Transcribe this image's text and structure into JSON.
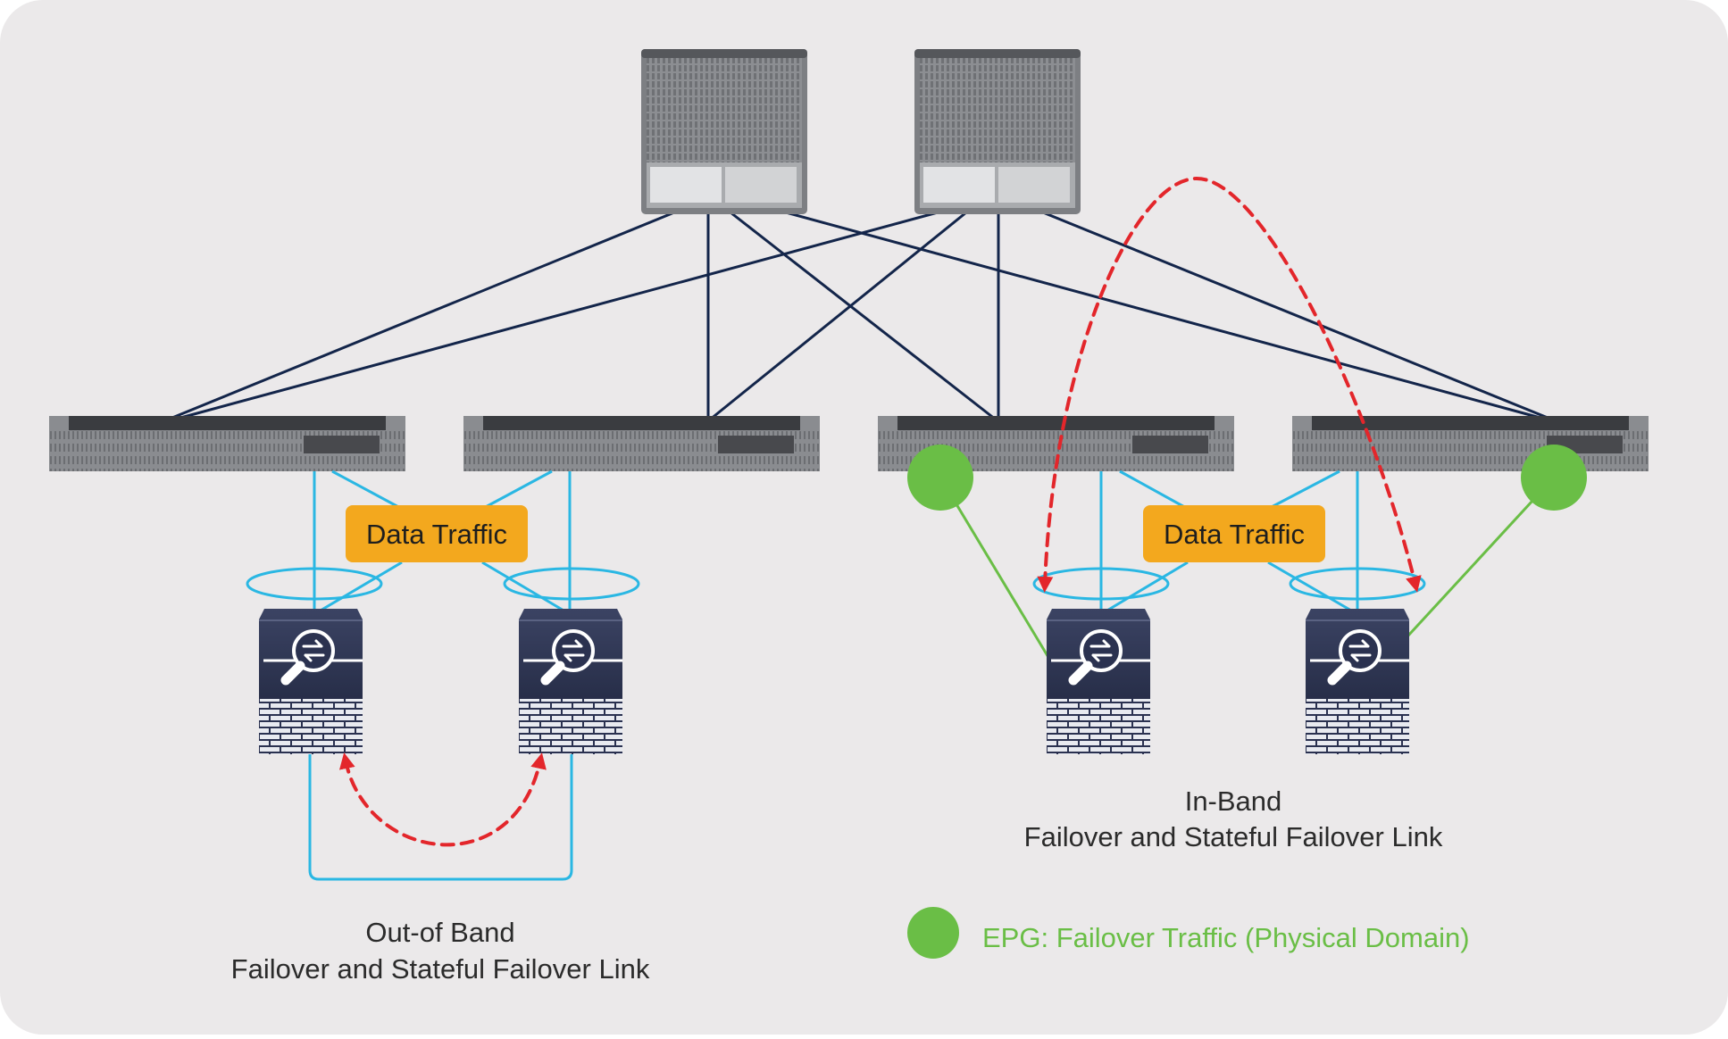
{
  "labels": {
    "data_traffic_left": "Data Traffic",
    "data_traffic_right": "Data Traffic",
    "oob_title": "Out-of Band",
    "oob_subtitle": "Failover and Stateful Failover Link",
    "inband_title": "In-Band",
    "inband_subtitle": "Failover and Stateful Failover Link",
    "legend_epg": "EPG: Failover Traffic (Physical Domain)"
  },
  "colors": {
    "background": "#ebe9ea",
    "spine_link": "#13254a",
    "port_channel": "#2ab7e3",
    "epg_green": "#6abe46",
    "failover_red": "#e3262b",
    "badge_orange": "#f3a81e",
    "firewall_dark": "#222942"
  },
  "icons": {
    "spine": "spine-switch-icon",
    "leaf": "leaf-switch-icon",
    "firewall": "firewall-icon",
    "epg": "epg-circle-icon"
  }
}
